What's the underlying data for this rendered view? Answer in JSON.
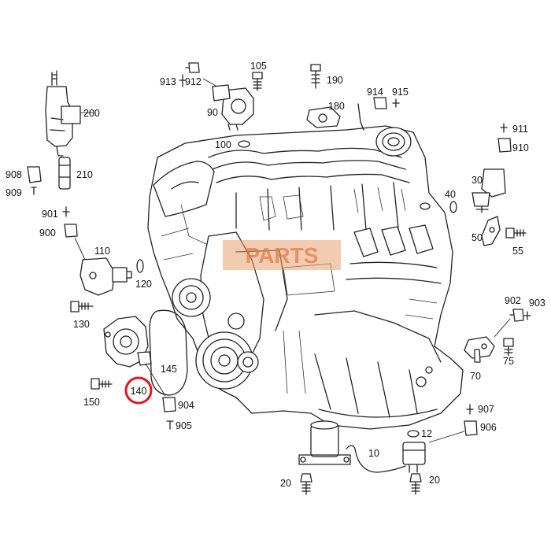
{
  "watermark": "PARTS",
  "highlight_color": "#e3141b",
  "watermark_color": "#e9a070",
  "highlighted_label": "140",
  "labels": {
    "l913": "913",
    "l912": "912",
    "l90": "90",
    "l105": "105",
    "l100": "100",
    "l190": "190",
    "l914": "914",
    "l915": "915",
    "l180": "180",
    "l200": "200",
    "l908": "908",
    "l909": "909",
    "l210": "210",
    "l911": "911",
    "l910": "910",
    "l30": "30",
    "l40": "40",
    "l50": "50",
    "l55": "55",
    "l901": "901",
    "l900": "900",
    "l110": "110",
    "l120": "120",
    "l130": "130",
    "l145": "145",
    "l150": "150",
    "l140": "140",
    "l904": "904",
    "l905": "905",
    "l902": "902",
    "l903": "903",
    "l70": "70",
    "l75": "75",
    "l907": "907",
    "l906": "906",
    "l12": "12",
    "l10": "10",
    "l20a": "20",
    "l20b": "20"
  }
}
